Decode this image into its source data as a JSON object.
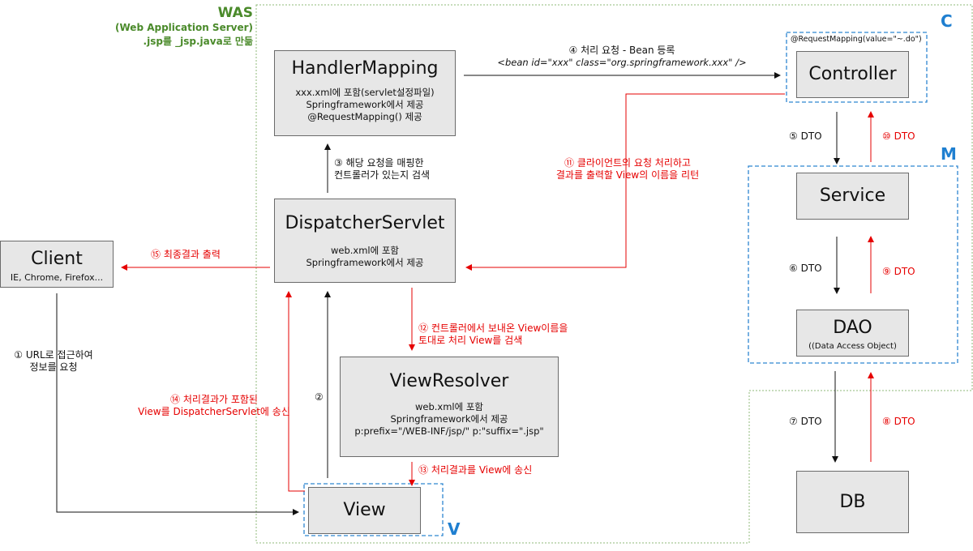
{
  "was": {
    "title": "WAS",
    "subtitle": "(Web Application Server)",
    "note": ".jsp를 _jsp.java로 만듦"
  },
  "layers": {
    "c": "C",
    "m": "M",
    "v": "V"
  },
  "annotation": "@RequestMapping(value=\"~.do\")",
  "boxes": {
    "handler_mapping": {
      "title": "HandlerMapping",
      "lines": [
        "xxx.xml에 포함(servlet설정파일)",
        "Springframework에서 제공",
        "@RequestMapping() 제공"
      ]
    },
    "dispatcher": {
      "title": "DispatcherServlet",
      "lines": [
        "web.xml에 포함",
        "Springframework에서 제공"
      ]
    },
    "view_resolver": {
      "title": "ViewResolver",
      "lines": [
        "web.xml에 포함",
        "Springframework에서 제공",
        "p:prefix=\"/WEB-INF/jsp/\" p:\"suffix=\".jsp\""
      ]
    },
    "view": {
      "title": "View"
    },
    "client": {
      "title": "Client",
      "sub": "IE, Chrome, Firefox..."
    },
    "controller": {
      "title": "Controller"
    },
    "service": {
      "title": "Service"
    },
    "dao": {
      "title": "DAO",
      "sub": "((Data Access Object)"
    },
    "db": {
      "title": "DB"
    }
  },
  "steps": {
    "s1": [
      "① URL로 접근하여",
      "정보를 요청"
    ],
    "s2": "②",
    "s3": [
      "③ 해당 요청을 매핑한",
      "컨트롤러가 있는지 검색"
    ],
    "s4": [
      "④ 처리 요청 - Bean 등록",
      "<bean id=\"xxx\" class=\"org.springframework.xxx\" />"
    ],
    "s5": "⑤ DTO",
    "s6": "⑥ DTO",
    "s7": "⑦ DTO",
    "s8": "⑧ DTO",
    "s9": "⑨ DTO",
    "s10": "⑩ DTO",
    "s11": [
      "⑪ 클라이언트의 요청 처리하고",
      "결과를 출력할 View의 이름을 리턴"
    ],
    "s12": [
      "⑫ 컨트롤러에서 보내온 View이름을",
      "토대로 처리 View를 검색"
    ],
    "s13": "⑬ 처리결과를 View에 송신",
    "s14": [
      "⑭ 처리결과가 포함된",
      "View를 DispatcherServlet에 송신"
    ],
    "s15": "⑮ 최종결과 출력"
  },
  "colors": {
    "was_border": "#8fb87a",
    "layer_border": "#2e86d1",
    "red": "#e60000",
    "green": "#4a8a2a"
  }
}
